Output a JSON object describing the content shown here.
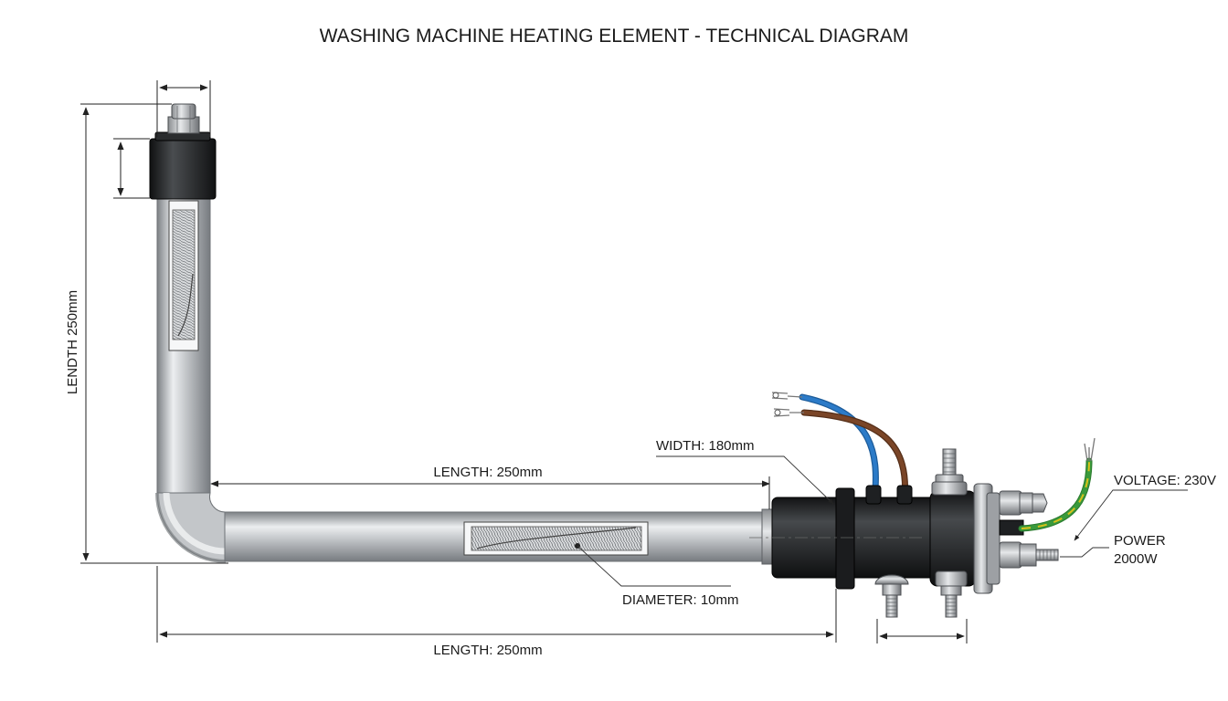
{
  "title": "WASHING MACHINE HEATING ELEMENT - TECHNICAL DIAGRAM",
  "labels": {
    "vertical_length": "LENDTH 250mm",
    "top_length": "LENGTH: 250mm",
    "bottom_length": "LENGTH: 250mm",
    "width": "WIDTH: 180mm",
    "diameter": "DIAMETER: 10mm",
    "voltage": "VOLTAGE: 230V",
    "power_line1": "POWER",
    "power_line2": "2000W"
  },
  "colors": {
    "tube": "#c4c7ca",
    "tube_highlight": "#f3f4f5",
    "tube_shadow": "#7d8185",
    "rubber": "#1f2123",
    "wire_blue": "#2c7bc8",
    "wire_brown": "#7a4527",
    "wire_earth_green": "#3a9a3c",
    "wire_earth_yellow": "#d8c21a",
    "line": "#222222"
  }
}
